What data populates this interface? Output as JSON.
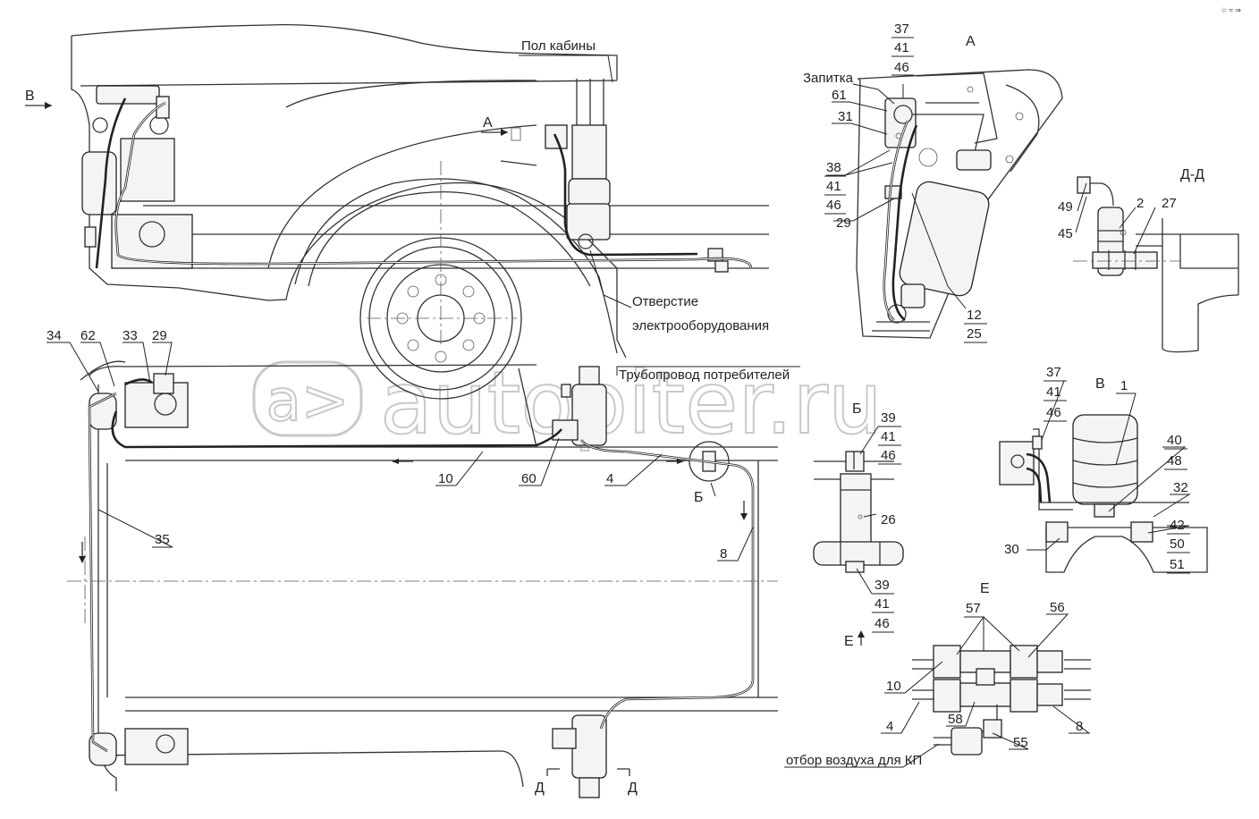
{
  "watermark": "autopiter.ru",
  "corner_mark": "☆ ≈ ⇒",
  "labels": {
    "pol_kabiny": "Пол кабины",
    "view_B_arrow": "В",
    "view_A_arrow": "А",
    "otverstie_1": "Отверстие",
    "otverstie_2": "электрооборудования",
    "truboprovod": "Трубопровод потребителей",
    "view_A_title": "А",
    "zapitka": "Запитка",
    "view_DD_title": "Д-Д",
    "view_B_small": "Б",
    "view_V_title": "В",
    "view_E_title": "Е",
    "view_E_arrow": "Е",
    "otbor": "отбор воздуха для КП",
    "section_D_left": "Д",
    "section_D_right": "Д",
    "callout_B": "Б"
  },
  "callouts": {
    "c34": "34",
    "c62": "62",
    "c33": "33",
    "c29a": "29",
    "c10": "10",
    "c60": "60",
    "c4": "4",
    "c35": "35",
    "c8": "8",
    "a37": "37",
    "a41": "41",
    "a46": "46",
    "a61": "61",
    "a31": "31",
    "a38": "38",
    "a41b": "41",
    "a46b": "46",
    "a29": "29",
    "a12": "12",
    "a25": "25",
    "d49": "49",
    "d45": "45",
    "d2": "2",
    "d27": "27",
    "b39": "39",
    "b41": "41",
    "b46": "46",
    "b26": "26",
    "b39b": "39",
    "b41b": "41",
    "b46b": "46",
    "v37": "37",
    "v41": "41",
    "v46": "46",
    "v1": "1",
    "v40": "40",
    "v48": "48",
    "v32": "32",
    "v42": "42",
    "v50": "50",
    "v51": "51",
    "v30": "30",
    "e57": "57",
    "e56": "56",
    "e10": "10",
    "e4": "4",
    "e58": "58",
    "e8": "8",
    "e55": "55"
  }
}
